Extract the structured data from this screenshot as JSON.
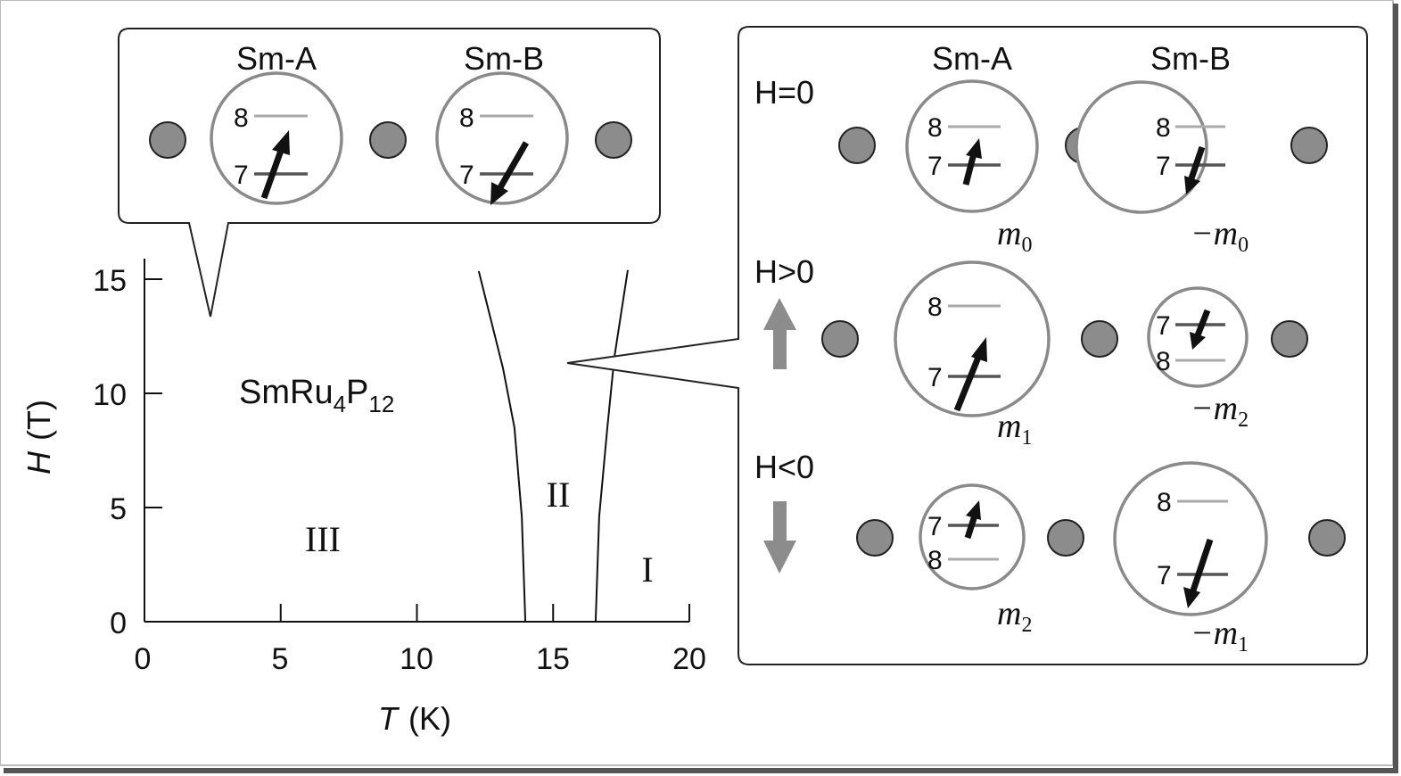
{
  "inset_top": {
    "site_a": "Sm-A",
    "site_b": "Sm-B",
    "level_8": "8",
    "level_7": "7"
  },
  "inset_right": {
    "site_a": "Sm-A",
    "site_b": "Sm-B",
    "level_8": "8",
    "level_7": "7",
    "rows": [
      {
        "condition": "H=0",
        "moment_a": "m",
        "moment_a_sub": "0",
        "moment_b": "−m",
        "moment_b_sub": "0"
      },
      {
        "condition": "H>0",
        "moment_a": "m",
        "moment_a_sub": "1",
        "moment_b": "−m",
        "moment_b_sub": "2"
      },
      {
        "condition": "H<0",
        "moment_a": "m",
        "moment_a_sub": "2",
        "moment_b": "−m",
        "moment_b_sub": "1"
      }
    ]
  },
  "chart_data": {
    "type": "line",
    "title": "",
    "compound": {
      "base1": "SmRu",
      "sub1": "4",
      "base2": "P",
      "sub2": "12"
    },
    "xlabel": {
      "symbol": "T",
      "unit": "(K)"
    },
    "ylabel": {
      "symbol": "H",
      "unit": "(T)"
    },
    "xlim": [
      0,
      20
    ],
    "ylim": [
      0,
      15.5
    ],
    "xticks": [
      "0",
      "5",
      "10",
      "15",
      "20"
    ],
    "yticks": [
      "0",
      "5",
      "10",
      "15"
    ],
    "phases": [
      "III",
      "II",
      "I"
    ],
    "series": [
      {
        "name": "III-II boundary",
        "x": [
          12.27,
          13.16,
          13.58,
          13.85,
          13.98
        ],
        "y": [
          15.35,
          11.1,
          8.5,
          4.6,
          0
        ]
      },
      {
        "name": "II-I boundary",
        "x": [
          17.74,
          17.25,
          16.99,
          16.69,
          16.56
        ],
        "y": [
          15.4,
          11.6,
          8.5,
          4.6,
          0
        ]
      }
    ]
  }
}
